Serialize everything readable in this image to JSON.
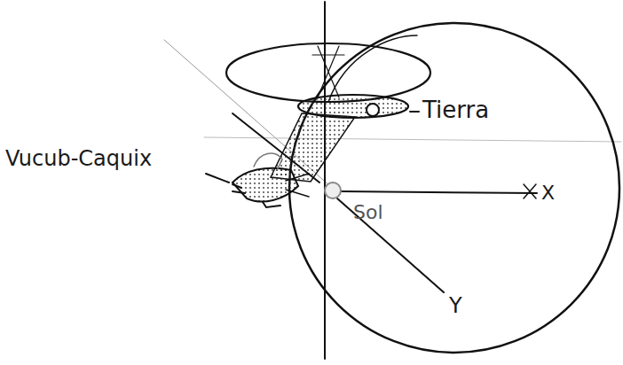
{
  "diagram": {
    "labels": [
      "Vucub-Caquix",
      "Tierra",
      "Sol",
      "X",
      "Y"
    ]
  }
}
